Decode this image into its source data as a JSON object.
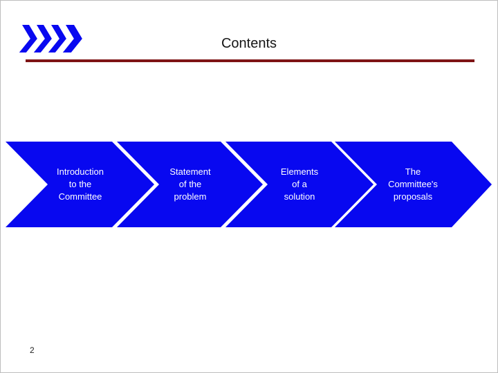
{
  "slide": {
    "title": "Contents",
    "page_number": "2",
    "logo_icon": "quad-chevron-right-icon",
    "steps": [
      {
        "label": "Introduction\nto the\nCommittee"
      },
      {
        "label": "Statement\nof the\nproblem"
      },
      {
        "label": "Elements\nof a\nsolution"
      },
      {
        "label": "The\nCommittee's\nproposals"
      }
    ],
    "colors": {
      "chevron_blue": "#0808f0",
      "divider_red": "#7e1415",
      "step_text": "#ffffff",
      "title_text": "#151515"
    }
  }
}
